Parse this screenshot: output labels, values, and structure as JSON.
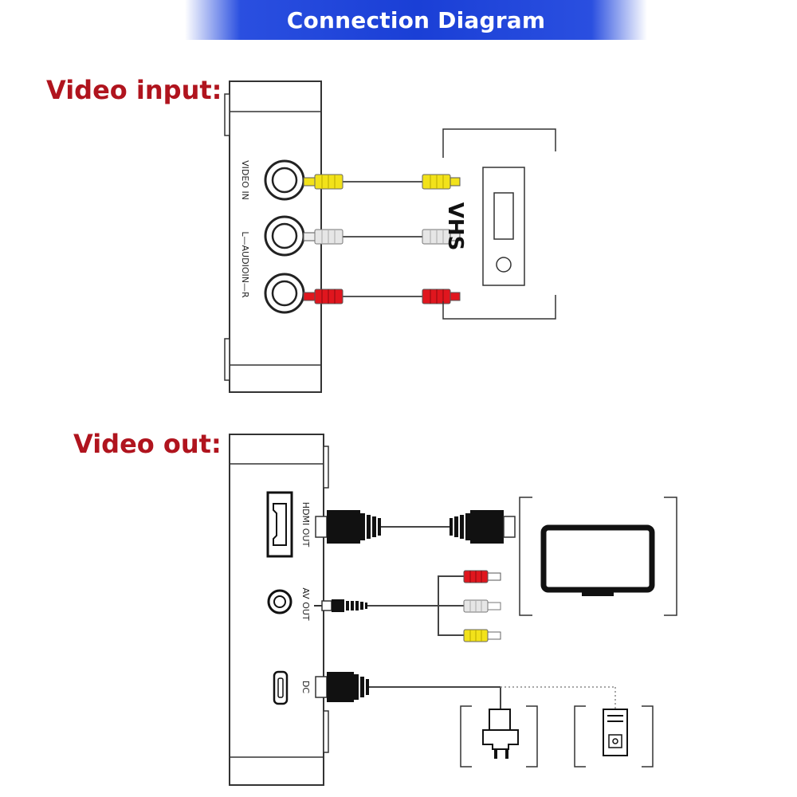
{
  "header": {
    "title": "Connection Diagram"
  },
  "sections": {
    "input": {
      "label": "Video input:"
    },
    "output": {
      "label": "Video out:"
    }
  },
  "ports": {
    "video_in": "VIDEO IN",
    "audio_in": "L—AUDIOIN—R",
    "hdmi_out": "HDMI OUT",
    "av_out": "AV OUT",
    "dc": "DC"
  },
  "devices": {
    "vhs": "VHS"
  },
  "colors": {
    "title_bg": "#1a3fd6",
    "label": "#b0141e",
    "rca_yellow": "#f2e21a",
    "rca_white": "#e6e6e6",
    "rca_red": "#e0161e"
  }
}
